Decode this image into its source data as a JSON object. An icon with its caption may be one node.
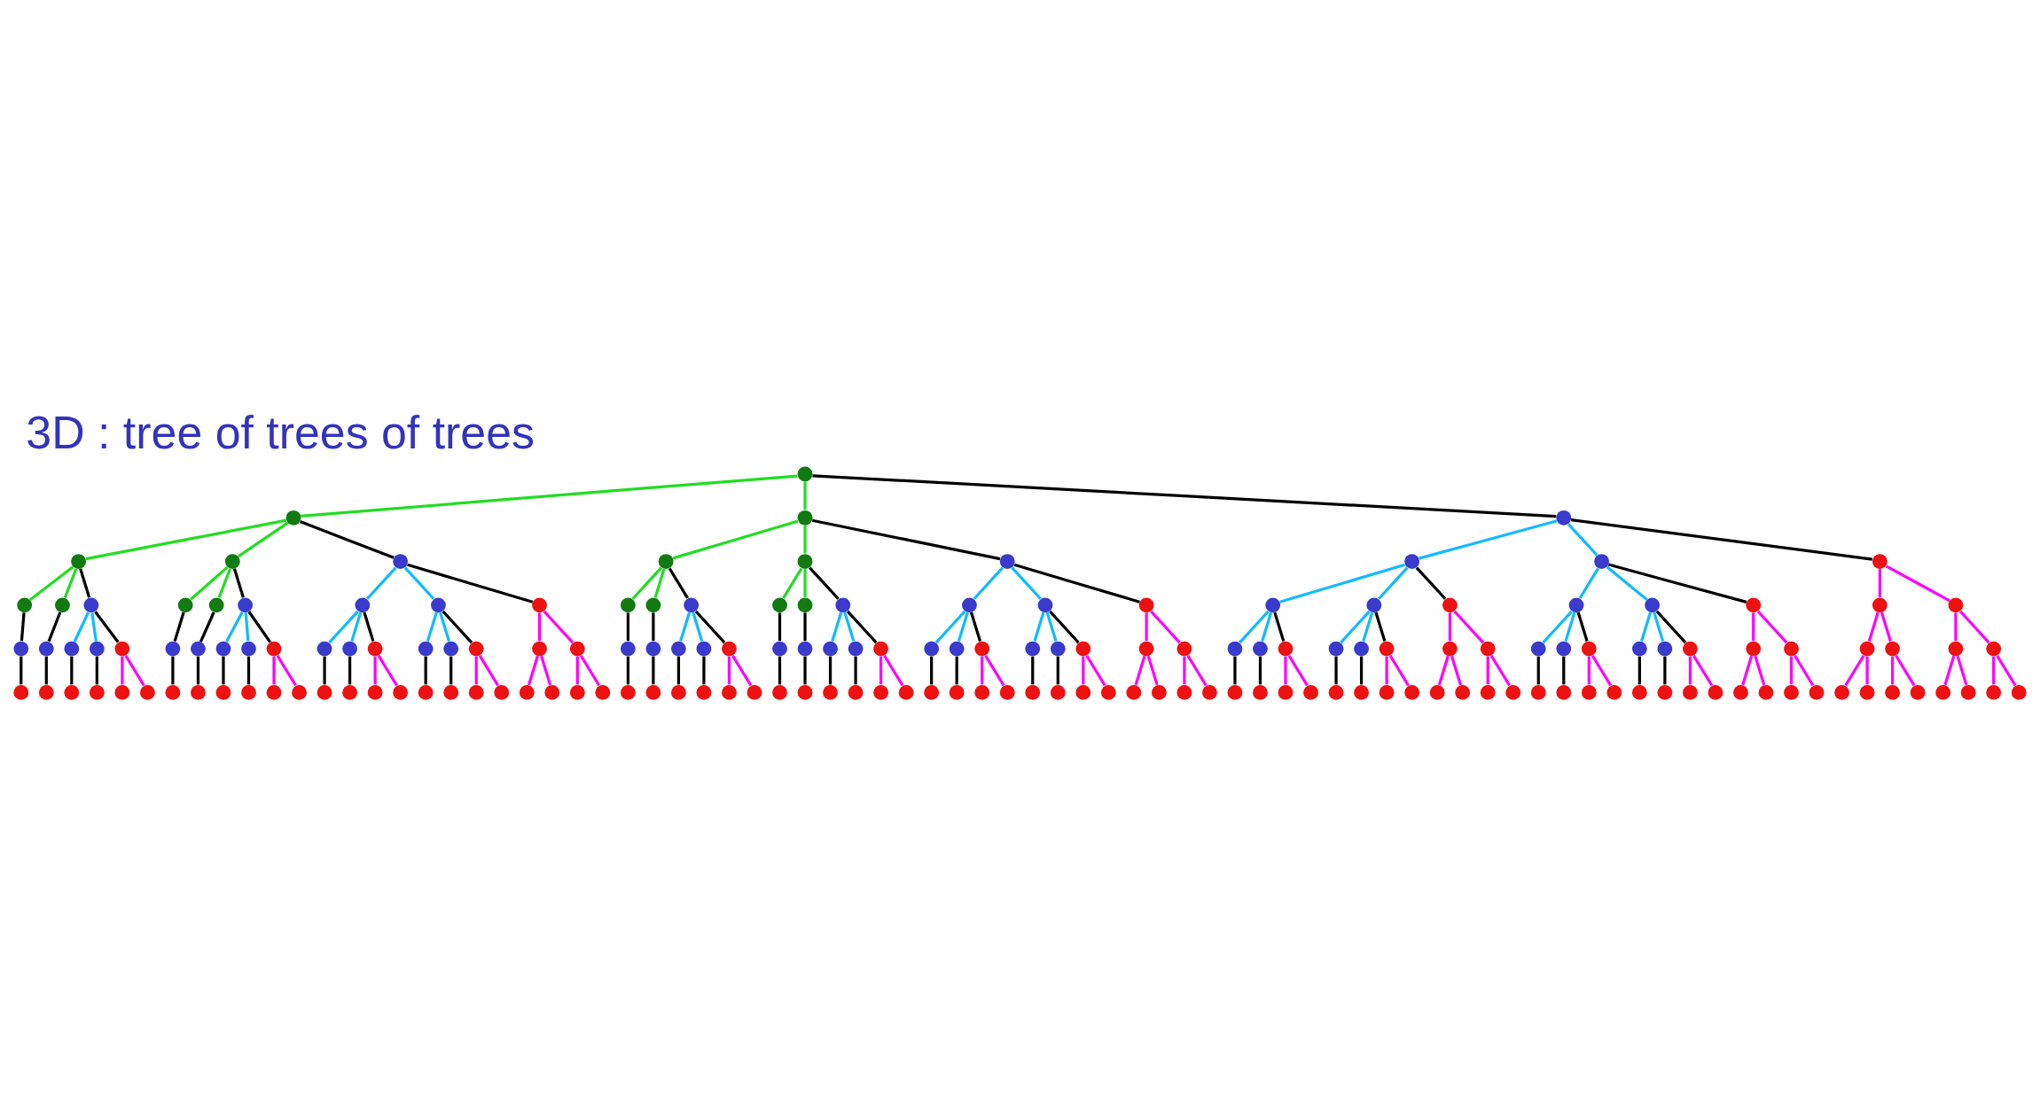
{
  "diagram": {
    "title": "3D : tree of trees of trees",
    "nodes": [
      {
        "text": [],
        "shape": "circle"
      },
      {
        "text": [],
        "shape": "circle"
      },
      {
        "text": [],
        "shape": "circle"
      },
      {
        "text": [],
        "shape": "circle"
      },
      {
        "text": [],
        "shape": "circle"
      },
      {
        "text": [],
        "shape": "circle"
      },
      {
        "text": [],
        "shape": "circle"
      },
      {
        "text": [],
        "shape": "circle"
      },
      {
        "text": [],
        "shape": "circle"
      },
      {
        "text": [],
        "shape": "circle"
      },
      {
        "text": [],
        "shape": "circle"
      },
      {
        "text": [],
        "shape": "circle"
      },
      {
        "text": [],
        "shape": "circle"
      },
      {
        "text": [],
        "shape": "circle"
      },
      {
        "text": [],
        "shape": "circle"
      },
      {
        "text": [],
        "shape": "circle"
      },
      {
        "text": [],
        "shape": "circle"
      },
      {
        "text": [],
        "shape": "circle"
      },
      {
        "text": [],
        "shape": "circle"
      },
      {
        "text": [],
        "shape": "circle"
      },
      {
        "text": [],
        "shape": "circle"
      },
      {
        "text": [],
        "shape": "circle"
      },
      {
        "text": [],
        "shape": "circle"
      },
      {
        "text": [],
        "shape": "circle"
      },
      {
        "text": [],
        "shape": "circle"
      },
      {
        "text": [],
        "shape": "circle"
      },
      {
        "text": [],
        "shape": "circle"
      },
      {
        "text": [],
        "shape": "circle"
      },
      {
        "text": [],
        "shape": "circle"
      },
      {
        "text": [],
        "shape": "circle"
      },
      {
        "text": [],
        "shape": "circle"
      },
      {
        "text": [],
        "shape": "circle"
      },
      {
        "text": [],
        "shape": "circle"
      },
      {
        "text": [],
        "shape": "circle"
      },
      {
        "text": [],
        "shape": "circle"
      },
      {
        "text": [],
        "shape": "circle"
      },
      {
        "text": [],
        "shape": "circle"
      },
      {
        "text": [],
        "shape": "circle"
      },
      {
        "text": [],
        "shape": "circle"
      },
      {
        "text": [],
        "shape": "circle"
      },
      {
        "text": [],
        "shape": "circle"
      },
      {
        "text": [],
        "shape": "circle"
      },
      {
        "text": [],
        "shape": "circle"
      },
      {
        "text": [],
        "shape": "circle"
      },
      {
        "text": [],
        "shape": "circle"
      },
      {
        "text": [],
        "shape": "circle"
      },
      {
        "text": [],
        "shape": "circle"
      },
      {
        "text": [],
        "shape": "circle"
      },
      {
        "text": [],
        "shape": "circle"
      },
      {
        "text": [],
        "shape": "circle"
      },
      {
        "text": [],
        "shape": "circle"
      },
      {
        "text": [],
        "shape": "circle"
      },
      {
        "text": [],
        "shape": "circle"
      },
      {
        "text": [],
        "shape": "circle"
      },
      {
        "text": [],
        "shape": "circle"
      },
      {
        "text": [],
        "shape": "circle"
      },
      {
        "text": [],
        "shape": "circle"
      },
      {
        "text": [],
        "shape": "circle"
      },
      {
        "text": [],
        "shape": "circle"
      },
      {
        "text": [],
        "shape": "circle"
      },
      {
        "text": [],
        "shape": "circle"
      },
      {
        "text": [],
        "shape": "circle"
      },
      {
        "text": [],
        "shape": "circle"
      },
      {
        "text": [],
        "shape": "circle"
      },
      {
        "text": [],
        "shape": "circle"
      },
      {
        "text": [],
        "shape": "circle"
      },
      {
        "text": [],
        "shape": "circle"
      },
      {
        "text": [],
        "shape": "circle"
      },
      {
        "text": [],
        "shape": "circle"
      },
      {
        "text": [],
        "shape": "circle"
      },
      {
        "text": [],
        "shape": "circle"
      },
      {
        "text": [],
        "shape": "circle"
      },
      {
        "text": [],
        "shape": "circle"
      },
      {
        "text": [],
        "shape": "circle"
      },
      {
        "text": [],
        "shape": "circle"
      },
      {
        "text": [],
        "shape": "circle"
      },
      {
        "text": [],
        "shape": "circle"
      },
      {
        "text": [],
        "shape": "circle"
      },
      {
        "text": [],
        "shape": "circle"
      },
      {
        "text": [],
        "shape": "circle"
      },
      {
        "text": [],
        "shape": "circle"
      },
      {
        "text": [],
        "shape": "circle"
      },
      {
        "text": [],
        "shape": "circle"
      },
      {
        "text": [],
        "shape": "circle"
      },
      {
        "text": [],
        "shape": "circle"
      },
      {
        "text": [],
        "shape": "circle"
      },
      {
        "text": [],
        "shape": "circle"
      },
      {
        "text": [],
        "shape": "circle"
      },
      {
        "text": [],
        "shape": "circle"
      },
      {
        "text": [],
        "shape": "circle"
      },
      {
        "text": [],
        "shape": "circle"
      },
      {
        "text": [],
        "shape": "circle"
      },
      {
        "text": [],
        "shape": "circle"
      },
      {
        "text": [],
        "shape": "circle"
      },
      {
        "text": [],
        "shape": "circle"
      },
      {
        "text": [],
        "shape": "circle"
      },
      {
        "text": [],
        "shape": "circle"
      },
      {
        "text": [],
        "shape": "circle"
      },
      {
        "text": [],
        "shape": "circle"
      },
      {
        "text": [],
        "shape": "circle"
      },
      {
        "text": [],
        "shape": "circle"
      },
      {
        "text": [],
        "shape": "circle"
      },
      {
        "text": [],
        "shape": "circle"
      },
      {
        "text": [],
        "shape": "circle"
      },
      {
        "text": [],
        "shape": "circle"
      },
      {
        "text": [],
        "shape": "circle"
      },
      {
        "text": [],
        "shape": "circle"
      },
      {
        "text": [],
        "shape": "circle"
      },
      {
        "text": [],
        "shape": "circle"
      },
      {
        "text": [],
        "shape": "circle"
      },
      {
        "text": [],
        "shape": "circle"
      },
      {
        "text": [],
        "shape": "circle"
      },
      {
        "text": [],
        "shape": "circle"
      },
      {
        "text": [],
        "shape": "circle"
      },
      {
        "text": [],
        "shape": "circle"
      },
      {
        "text": [],
        "shape": "circle"
      },
      {
        "text": [],
        "shape": "circle"
      },
      {
        "text": [],
        "shape": "circle"
      },
      {
        "text": [],
        "shape": "circle"
      },
      {
        "text": [],
        "shape": "circle"
      },
      {
        "text": [],
        "shape": "circle"
      },
      {
        "text": [],
        "shape": "circle"
      },
      {
        "text": [],
        "shape": "circle"
      },
      {
        "text": [],
        "shape": "circle"
      },
      {
        "text": [],
        "shape": "circle"
      },
      {
        "text": [],
        "shape": "circle"
      },
      {
        "text": [],
        "shape": "circle"
      },
      {
        "text": [],
        "shape": "circle"
      },
      {
        "text": [],
        "shape": "circle"
      },
      {
        "text": [],
        "shape": "circle"
      },
      {
        "text": [],
        "shape": "circle"
      },
      {
        "text": [],
        "shape": "circle"
      },
      {
        "text": [],
        "shape": "circle"
      },
      {
        "text": [],
        "shape": "circle"
      },
      {
        "text": [],
        "shape": "circle"
      },
      {
        "text": [],
        "shape": "circle"
      },
      {
        "text": [],
        "shape": "circle"
      },
      {
        "text": [],
        "shape": "circle"
      },
      {
        "text": [],
        "shape": "circle"
      },
      {
        "text": [],
        "shape": "circle"
      },
      {
        "text": [],
        "shape": "circle"
      },
      {
        "text": [],
        "shape": "circle"
      },
      {
        "text": [],
        "shape": "circle"
      },
      {
        "text": [],
        "shape": "circle"
      },
      {
        "text": [],
        "shape": "circle"
      },
      {
        "text": [],
        "shape": "circle"
      },
      {
        "text": [],
        "shape": "circle"
      },
      {
        "text": [],
        "shape": "circle"
      },
      {
        "text": [],
        "shape": "circle"
      },
      {
        "text": [],
        "shape": "circle"
      },
      {
        "text": [],
        "shape": "circle"
      },
      {
        "text": [],
        "shape": "circle"
      },
      {
        "text": [],
        "shape": "circle"
      },
      {
        "text": [],
        "shape": "circle"
      },
      {
        "text": [],
        "shape": "circle"
      },
      {
        "text": [],
        "shape": "circle"
      },
      {
        "text": [],
        "shape": "circle"
      },
      {
        "text": [],
        "shape": "circle"
      },
      {
        "text": [],
        "shape": "circle"
      },
      {
        "text": [],
        "shape": "circle"
      },
      {
        "text": [],
        "shape": "circle"
      },
      {
        "text": [],
        "shape": "circle"
      },
      {
        "text": [],
        "shape": "circle"
      },
      {
        "text": [],
        "shape": "circle"
      },
      {
        "text": [],
        "shape": "circle"
      },
      {
        "text": [],
        "shape": "circle"
      },
      {
        "text": [],
        "shape": "circle"
      },
      {
        "text": [],
        "shape": "circle"
      },
      {
        "text": [],
        "shape": "circle"
      },
      {
        "text": [],
        "shape": "circle"
      },
      {
        "text": [],
        "shape": "circle"
      },
      {
        "text": [],
        "shape": "circle"
      },
      {
        "text": [],
        "shape": "circle"
      },
      {
        "text": [],
        "shape": "circle"
      },
      {
        "text": [],
        "shape": "circle"
      }
    ],
    "edges": [
      {
        "from": 0,
        "to": 1,
        "arrow": "none",
        "color": "#22dd22"
      },
      {
        "from": 0,
        "to": 2,
        "arrow": "none",
        "color": "#22dd22"
      },
      {
        "from": 1,
        "to": 3,
        "arrow": "none",
        "color": "#22dd22"
      },
      {
        "from": 1,
        "to": 4,
        "arrow": "none",
        "color": "#22dd22"
      },
      {
        "from": 2,
        "to": 5,
        "arrow": "none",
        "color": "#22dd22"
      },
      {
        "from": 2,
        "to": 6,
        "arrow": "none",
        "color": "#22dd22"
      },
      {
        "from": 3,
        "to": 7,
        "arrow": "none",
        "color": "#22dd22"
      },
      {
        "from": 3,
        "to": 8,
        "arrow": "none",
        "color": "#22dd22"
      },
      {
        "from": 4,
        "to": 9,
        "arrow": "none",
        "color": "#22dd22"
      },
      {
        "from": 4,
        "to": 10,
        "arrow": "none",
        "color": "#22dd22"
      },
      {
        "from": 5,
        "to": 11,
        "arrow": "none",
        "color": "#22dd22"
      },
      {
        "from": 5,
        "to": 12,
        "arrow": "none",
        "color": "#22dd22"
      },
      {
        "from": 6,
        "to": 13,
        "arrow": "none",
        "color": "#22dd22"
      },
      {
        "from": 6,
        "to": 14,
        "arrow": "none",
        "color": "#22dd22"
      },
      {
        "from": 0,
        "to": 15,
        "arrow": "none"
      },
      {
        "from": 1,
        "to": 79,
        "arrow": "none"
      },
      {
        "from": 2,
        "to": 103,
        "arrow": "none"
      },
      {
        "from": 3,
        "to": 127,
        "arrow": "none"
      },
      {
        "from": 4,
        "to": 135,
        "arrow": "none"
      },
      {
        "from": 5,
        "to": 143,
        "arrow": "none"
      },
      {
        "from": 6,
        "to": 151,
        "arrow": "none"
      },
      {
        "from": 7,
        "to": 159,
        "arrow": "none"
      },
      {
        "from": 8,
        "to": 161,
        "arrow": "none"
      },
      {
        "from": 9,
        "to": 163,
        "arrow": "none"
      },
      {
        "from": 10,
        "to": 165,
        "arrow": "none"
      },
      {
        "from": 11,
        "to": 167,
        "arrow": "none"
      },
      {
        "from": 12,
        "to": 169,
        "arrow": "none"
      },
      {
        "from": 13,
        "to": 171,
        "arrow": "none"
      },
      {
        "from": 14,
        "to": 173,
        "arrow": "none"
      },
      {
        "from": 15,
        "to": 16,
        "arrow": "none",
        "color": "#11bbff"
      },
      {
        "from": 15,
        "to": 17,
        "arrow": "none",
        "color": "#11bbff"
      },
      {
        "from": 16,
        "to": 18,
        "arrow": "none",
        "color": "#11bbff"
      },
      {
        "from": 16,
        "to": 19,
        "arrow": "none",
        "color": "#11bbff"
      },
      {
        "from": 17,
        "to": 20,
        "arrow": "none",
        "color": "#11bbff"
      },
      {
        "from": 17,
        "to": 21,
        "arrow": "none",
        "color": "#11bbff"
      },
      {
        "from": 18,
        "to": 22,
        "arrow": "none",
        "color": "#11bbff"
      },
      {
        "from": 18,
        "to": 23,
        "arrow": "none",
        "color": "#11bbff"
      },
      {
        "from": 19,
        "to": 24,
        "arrow": "none",
        "color": "#11bbff"
      },
      {
        "from": 19,
        "to": 25,
        "arrow": "none",
        "color": "#11bbff"
      },
      {
        "from": 20,
        "to": 26,
        "arrow": "none",
        "color": "#11bbff"
      },
      {
        "from": 20,
        "to": 27,
        "arrow": "none",
        "color": "#11bbff"
      },
      {
        "from": 21,
        "to": 28,
        "arrow": "none",
        "color": "#11bbff"
      },
      {
        "from": 21,
        "to": 29,
        "arrow": "none",
        "color": "#11bbff"
      },
      {
        "from": 15,
        "to": 30,
        "arrow": "none"
      },
      {
        "from": 16,
        "to": 45,
        "arrow": "none"
      },
      {
        "from": 17,
        "to": 52,
        "arrow": "none"
      },
      {
        "from": 18,
        "to": 59,
        "arrow": "none"
      },
      {
        "from": 19,
        "to": 62,
        "arrow": "none"
      },
      {
        "from": 20,
        "to": 65,
        "arrow": "none"
      },
      {
        "from": 21,
        "to": 68,
        "arrow": "none"
      },
      {
        "from": 22,
        "to": 71,
        "arrow": "none"
      },
      {
        "from": 23,
        "to": 72,
        "arrow": "none"
      },
      {
        "from": 24,
        "to": 73,
        "arrow": "none"
      },
      {
        "from": 25,
        "to": 74,
        "arrow": "none"
      },
      {
        "from": 26,
        "to": 75,
        "arrow": "none"
      },
      {
        "from": 27,
        "to": 76,
        "arrow": "none"
      },
      {
        "from": 28,
        "to": 77,
        "arrow": "none"
      },
      {
        "from": 29,
        "to": 78,
        "arrow": "none"
      },
      {
        "from": 30,
        "to": 31,
        "arrow": "none",
        "color": "#ff00ff"
      },
      {
        "from": 30,
        "to": 32,
        "arrow": "none",
        "color": "#ff00ff"
      },
      {
        "from": 31,
        "to": 33,
        "arrow": "none",
        "color": "#ff00ff"
      },
      {
        "from": 31,
        "to": 34,
        "arrow": "none",
        "color": "#ff00ff"
      },
      {
        "from": 32,
        "to": 35,
        "arrow": "none",
        "color": "#ff00ff"
      },
      {
        "from": 32,
        "to": 36,
        "arrow": "none",
        "color": "#ff00ff"
      },
      {
        "from": 33,
        "to": 37,
        "arrow": "none",
        "color": "#ff00ff"
      },
      {
        "from": 33,
        "to": 38,
        "arrow": "none",
        "color": "#ff00ff"
      },
      {
        "from": 34,
        "to": 39,
        "arrow": "none",
        "color": "#ff00ff"
      },
      {
        "from": 34,
        "to": 40,
        "arrow": "none",
        "color": "#ff00ff"
      },
      {
        "from": 35,
        "to": 41,
        "arrow": "none",
        "color": "#ff00ff"
      },
      {
        "from": 35,
        "to": 42,
        "arrow": "none",
        "color": "#ff00ff"
      },
      {
        "from": 36,
        "to": 43,
        "arrow": "none",
        "color": "#ff00ff"
      },
      {
        "from": 36,
        "to": 44,
        "arrow": "none",
        "color": "#ff00ff"
      },
      {
        "from": 45,
        "to": 46,
        "arrow": "none",
        "color": "#ff00ff"
      },
      {
        "from": 45,
        "to": 47,
        "arrow": "none",
        "color": "#ff00ff"
      },
      {
        "from": 46,
        "to": 48,
        "arrow": "none",
        "color": "#ff00ff"
      },
      {
        "from": 46,
        "to": 49,
        "arrow": "none",
        "color": "#ff00ff"
      },
      {
        "from": 47,
        "to": 50,
        "arrow": "none",
        "color": "#ff00ff"
      },
      {
        "from": 47,
        "to": 51,
        "arrow": "none",
        "color": "#ff00ff"
      },
      {
        "from": 52,
        "to": 53,
        "arrow": "none",
        "color": "#ff00ff"
      },
      {
        "from": 52,
        "to": 54,
        "arrow": "none",
        "color": "#ff00ff"
      },
      {
        "from": 53,
        "to": 55,
        "arrow": "none",
        "color": "#ff00ff"
      },
      {
        "from": 53,
        "to": 56,
        "arrow": "none",
        "color": "#ff00ff"
      },
      {
        "from": 54,
        "to": 57,
        "arrow": "none",
        "color": "#ff00ff"
      },
      {
        "from": 54,
        "to": 58,
        "arrow": "none",
        "color": "#ff00ff"
      },
      {
        "from": 59,
        "to": 60,
        "arrow": "none",
        "color": "#ff00ff"
      },
      {
        "from": 59,
        "to": 61,
        "arrow": "none",
        "color": "#ff00ff"
      },
      {
        "from": 62,
        "to": 63,
        "arrow": "none",
        "color": "#ff00ff"
      },
      {
        "from": 62,
        "to": 64,
        "arrow": "none",
        "color": "#ff00ff"
      },
      {
        "from": 65,
        "to": 66,
        "arrow": "none",
        "color": "#ff00ff"
      },
      {
        "from": 65,
        "to": 67,
        "arrow": "none",
        "color": "#ff00ff"
      },
      {
        "from": 68,
        "to": 69,
        "arrow": "none",
        "color": "#ff00ff"
      },
      {
        "from": 68,
        "to": 70,
        "arrow": "none",
        "color": "#ff00ff"
      },
      {
        "from": 79,
        "to": 80,
        "arrow": "none",
        "color": "#11bbff"
      },
      {
        "from": 79,
        "to": 81,
        "arrow": "none",
        "color": "#11bbff"
      },
      {
        "from": 80,
        "to": 82,
        "arrow": "none",
        "color": "#11bbff"
      },
      {
        "from": 80,
        "to": 83,
        "arrow": "none",
        "color": "#11bbff"
      },
      {
        "from": 81,
        "to": 84,
        "arrow": "none",
        "color": "#11bbff"
      },
      {
        "from": 81,
        "to": 85,
        "arrow": "none",
        "color": "#11bbff"
      },
      {
        "from": 79,
        "to": 86,
        "arrow": "none"
      },
      {
        "from": 80,
        "to": 93,
        "arrow": "none"
      },
      {
        "from": 81,
        "to": 96,
        "arrow": "none"
      },
      {
        "from": 82,
        "to": 99,
        "arrow": "none"
      },
      {
        "from": 83,
        "to": 100,
        "arrow": "none"
      },
      {
        "from": 84,
        "to": 101,
        "arrow": "none"
      },
      {
        "from": 85,
        "to": 102,
        "arrow": "none"
      },
      {
        "from": 86,
        "to": 87,
        "arrow": "none",
        "color": "#ff00ff"
      },
      {
        "from": 86,
        "to": 88,
        "arrow": "none",
        "color": "#ff00ff"
      },
      {
        "from": 87,
        "to": 89,
        "arrow": "none",
        "color": "#ff00ff"
      },
      {
        "from": 87,
        "to": 90,
        "arrow": "none",
        "color": "#ff00ff"
      },
      {
        "from": 88,
        "to": 91,
        "arrow": "none",
        "color": "#ff00ff"
      },
      {
        "from": 88,
        "to": 92,
        "arrow": "none",
        "color": "#ff00ff"
      },
      {
        "from": 93,
        "to": 94,
        "arrow": "none",
        "color": "#ff00ff"
      },
      {
        "from": 93,
        "to": 95,
        "arrow": "none",
        "color": "#ff00ff"
      },
      {
        "from": 96,
        "to": 97,
        "arrow": "none",
        "color": "#ff00ff"
      },
      {
        "from": 96,
        "to": 98,
        "arrow": "none",
        "color": "#ff00ff"
      },
      {
        "from": 103,
        "to": 104,
        "arrow": "none",
        "color": "#11bbff"
      },
      {
        "from": 103,
        "to": 105,
        "arrow": "none",
        "color": "#11bbff"
      },
      {
        "from": 104,
        "to": 106,
        "arrow": "none",
        "color": "#11bbff"
      },
      {
        "from": 104,
        "to": 107,
        "arrow": "none",
        "color": "#11bbff"
      },
      {
        "from": 105,
        "to": 108,
        "arrow": "none",
        "color": "#11bbff"
      },
      {
        "from": 105,
        "to": 109,
        "arrow": "none",
        "color": "#11bbff"
      },
      {
        "from": 103,
        "to": 110,
        "arrow": "none"
      },
      {
        "from": 104,
        "to": 117,
        "arrow": "none"
      },
      {
        "from": 105,
        "to": 120,
        "arrow": "none"
      },
      {
        "from": 106,
        "to": 123,
        "arrow": "none"
      },
      {
        "from": 107,
        "to": 124,
        "arrow": "none"
      },
      {
        "from": 108,
        "to": 125,
        "arrow": "none"
      },
      {
        "from": 109,
        "to": 126,
        "arrow": "none"
      },
      {
        "from": 110,
        "to": 111,
        "arrow": "none",
        "color": "#ff00ff"
      },
      {
        "from": 110,
        "to": 112,
        "arrow": "none",
        "color": "#ff00ff"
      },
      {
        "from": 111,
        "to": 113,
        "arrow": "none",
        "color": "#ff00ff"
      },
      {
        "from": 111,
        "to": 114,
        "arrow": "none",
        "color": "#ff00ff"
      },
      {
        "from": 112,
        "to": 115,
        "arrow": "none",
        "color": "#ff00ff"
      },
      {
        "from": 112,
        "to": 116,
        "arrow": "none",
        "color": "#ff00ff"
      },
      {
        "from": 117,
        "to": 118,
        "arrow": "none",
        "color": "#ff00ff"
      },
      {
        "from": 117,
        "to": 119,
        "arrow": "none",
        "color": "#ff00ff"
      },
      {
        "from": 120,
        "to": 121,
        "arrow": "none",
        "color": "#ff00ff"
      },
      {
        "from": 120,
        "to": 122,
        "arrow": "none",
        "color": "#ff00ff"
      },
      {
        "from": 127,
        "to": 128,
        "arrow": "none",
        "color": "#11bbff"
      },
      {
        "from": 127,
        "to": 129,
        "arrow": "none",
        "color": "#11bbff"
      },
      {
        "from": 127,
        "to": 130,
        "arrow": "none"
      },
      {
        "from": 128,
        "to": 133,
        "arrow": "none"
      },
      {
        "from": 129,
        "to": 134,
        "arrow": "none"
      },
      {
        "from": 130,
        "to": 131,
        "arrow": "none",
        "color": "#ff00ff"
      },
      {
        "from": 130,
        "to": 132,
        "arrow": "none",
        "color": "#ff00ff"
      },
      {
        "from": 135,
        "to": 136,
        "arrow": "none",
        "color": "#11bbff"
      },
      {
        "from": 135,
        "to": 137,
        "arrow": "none",
        "color": "#11bbff"
      },
      {
        "from": 135,
        "to": 138,
        "arrow": "none"
      },
      {
        "from": 136,
        "to": 141,
        "arrow": "none"
      },
      {
        "from": 137,
        "to": 142,
        "arrow": "none"
      },
      {
        "from": 138,
        "to": 139,
        "arrow": "none",
        "color": "#ff00ff"
      },
      {
        "from": 138,
        "to": 140,
        "arrow": "none",
        "color": "#ff00ff"
      },
      {
        "from": 143,
        "to": 144,
        "arrow": "none",
        "color": "#11bbff"
      },
      {
        "from": 143,
        "to": 145,
        "arrow": "none",
        "color": "#11bbff"
      },
      {
        "from": 143,
        "to": 146,
        "arrow": "none"
      },
      {
        "from": 144,
        "to": 149,
        "arrow": "none"
      },
      {
        "from": 145,
        "to": 150,
        "arrow": "none"
      },
      {
        "from": 146,
        "to": 147,
        "arrow": "none",
        "color": "#ff00ff"
      },
      {
        "from": 146,
        "to": 148,
        "arrow": "none",
        "color": "#ff00ff"
      },
      {
        "from": 151,
        "to": 152,
        "arrow": "none",
        "color": "#11bbff"
      },
      {
        "from": 151,
        "to": 153,
        "arrow": "none",
        "color": "#11bbff"
      },
      {
        "from": 151,
        "to": 154,
        "arrow": "none"
      },
      {
        "from": 152,
        "to": 157,
        "arrow": "none"
      },
      {
        "from": 153,
        "to": 158,
        "arrow": "none"
      },
      {
        "from": 154,
        "to": 155,
        "arrow": "none",
        "color": "#ff00ff"
      },
      {
        "from": 154,
        "to": 156,
        "arrow": "none",
        "color": "#ff00ff"
      },
      {
        "from": 159,
        "to": 160,
        "arrow": "none"
      },
      {
        "from": 161,
        "to": 162,
        "arrow": "none"
      },
      {
        "from": 163,
        "to": 164,
        "arrow": "none"
      },
      {
        "from": 165,
        "to": 166,
        "arrow": "none"
      },
      {
        "from": 167,
        "to": 168,
        "arrow": "none"
      },
      {
        "from": 169,
        "to": 170,
        "arrow": "none"
      },
      {
        "from": 171,
        "to": 172,
        "arrow": "none"
      },
      {
        "from": 173,
        "to": 174,
        "arrow": "none"
      }
    ]
  }
}
